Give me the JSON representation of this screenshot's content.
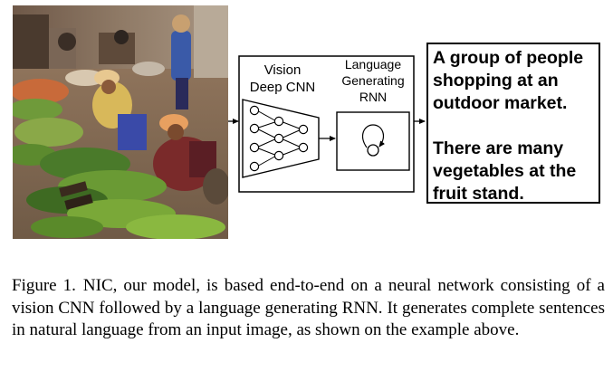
{
  "diagram": {
    "vision_cnn": {
      "line1": "Vision",
      "line2": "Deep CNN"
    },
    "language_rnn": {
      "line1": "Language",
      "line2": "Generating",
      "line3": "RNN"
    },
    "output": {
      "sentence1_lines": [
        "A group of people",
        "shopping at an",
        "outdoor market."
      ],
      "sentence2_lines": [
        "There are many",
        "vegetables at the",
        "fruit stand."
      ]
    }
  },
  "caption": {
    "label": "Figure 1.",
    "text": "NIC, our model, is based end-to-end on a neural network consisting of a vision CNN followed by a language generating RNN. It generates complete sentences in natural language from an input image, as shown on the example above."
  }
}
